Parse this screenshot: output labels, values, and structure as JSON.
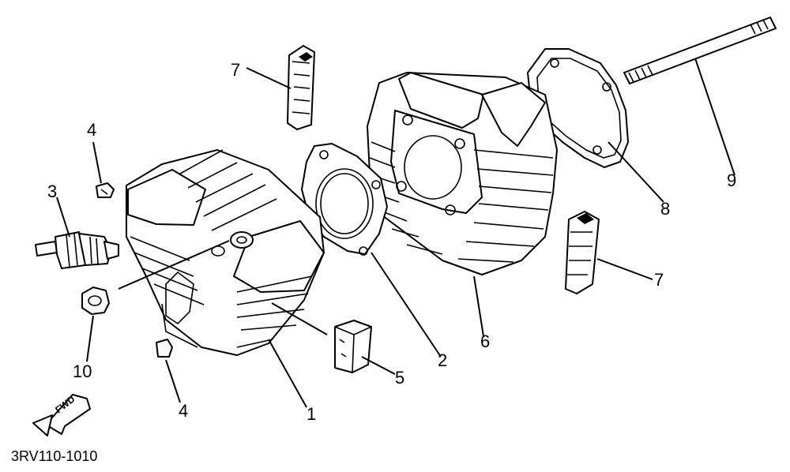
{
  "diagram": {
    "part_code": "3RV110-1010",
    "fwd_label": "FWD",
    "callouts": [
      {
        "id": "c7a",
        "text": "7"
      },
      {
        "id": "c4a",
        "text": "4"
      },
      {
        "id": "c3",
        "text": "3"
      },
      {
        "id": "c10",
        "text": "10"
      },
      {
        "id": "c4b",
        "text": "4"
      },
      {
        "id": "c1",
        "text": "1"
      },
      {
        "id": "c5",
        "text": "5"
      },
      {
        "id": "c2",
        "text": "2"
      },
      {
        "id": "c6",
        "text": "6"
      },
      {
        "id": "c7b",
        "text": "7"
      },
      {
        "id": "c8",
        "text": "8"
      },
      {
        "id": "c9",
        "text": "9"
      }
    ]
  }
}
